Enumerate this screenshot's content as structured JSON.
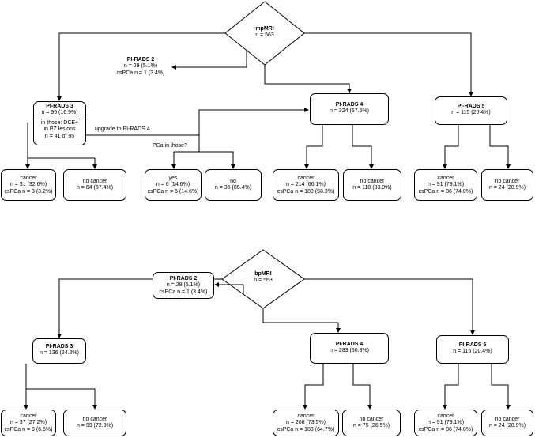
{
  "mp": {
    "root": {
      "title": "mpMRI",
      "line": "n = 563"
    },
    "pirads2": {
      "title": "PI-RADS 2",
      "lines": [
        "n = 29 (5.1%)",
        "csPCa n = 1 (3.4%)"
      ]
    },
    "pirads3": {
      "title": "PI-RADS 3",
      "lines": [
        "n = 95 (16.9%)"
      ],
      "sub": [
        "in those: DCE+",
        "in PZ lesions",
        "n = 41 of 95"
      ]
    },
    "pirads4": {
      "title": "PI-RADS 4",
      "lines": [
        "n = 324 (57.6%)"
      ]
    },
    "pirads5": {
      "title": "PI-RADS 5",
      "lines": [
        "n = 115 (20.4%)"
      ]
    },
    "p3_cancer": {
      "lines": [
        "cancer",
        "n = 31 (32.6%)",
        "csPCa n = 3 (3.2%)"
      ]
    },
    "p3_nocancer": {
      "lines": [
        "no cancer",
        "n = 64 (67.4%)"
      ]
    },
    "upg_yes": {
      "lines": [
        "yes",
        "n = 6 (14.6%)",
        "csPCa n = 6 (14.6%)"
      ]
    },
    "upg_no": {
      "lines": [
        "no",
        "n = 35 (85.4%)"
      ]
    },
    "p4_cancer": {
      "lines": [
        "cancer",
        "n = 214 (66.1%)",
        "csPCa n = 189 (58.3%)"
      ]
    },
    "p4_nocancer": {
      "lines": [
        "no cancer",
        "n = 110 (33.9%)"
      ]
    },
    "p5_cancer": {
      "lines": [
        "cancer",
        "n = 91 (79.1%)",
        "csPCa n = 86 (74.8%)"
      ]
    },
    "p5_nocancer": {
      "lines": [
        "no cancer",
        "n = 24 (20.9%)"
      ]
    },
    "upgrade_label": "upgrade to PI-RADS 4",
    "pca_label": "PCa in those?"
  },
  "bp": {
    "root": {
      "title": "bpMRI",
      "line": "n = 563"
    },
    "pirads2": {
      "title": "PI-RADS 2",
      "lines": [
        "n = 29 (5.1%)",
        "csPCa n = 1 (3.4%)"
      ]
    },
    "pirads3": {
      "title": "PI-RADS 3",
      "lines": [
        "n = 136 (24.2%)"
      ]
    },
    "pirads4": {
      "title": "PI-RADS 4",
      "lines": [
        "n = 283 (50.3%)"
      ]
    },
    "pirads5": {
      "title": "PI-RADS 5",
      "lines": [
        "n = 115 (20.4%)"
      ]
    },
    "p3_cancer": {
      "lines": [
        "cancer",
        "n = 37 (27.2%)",
        "csPCa n = 9 (6.6%)"
      ]
    },
    "p3_nocancer": {
      "lines": [
        "no cancer",
        "n = 99 (72.8%)"
      ]
    },
    "p4_cancer": {
      "lines": [
        "cancer",
        "n = 208 (73.5%)",
        "csPCa n = 183 (64.7%)"
      ]
    },
    "p4_nocancer": {
      "lines": [
        "no cancer",
        "n = 75 (26.5%)"
      ]
    },
    "p5_cancer": {
      "lines": [
        "cancer",
        "n = 91 (79.1%)",
        "csPCa n = 86 (74.8%)"
      ]
    },
    "p5_nocancer": {
      "lines": [
        "no cancer",
        "n = 24 (20.9%)"
      ]
    }
  }
}
